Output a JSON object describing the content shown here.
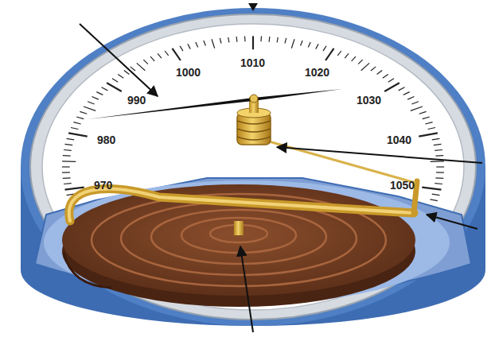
{
  "diagram": {
    "labels": [
      "1000",
      "1010",
      "1020",
      "990",
      "1030",
      "980",
      "1040",
      "970",
      "1050"
    ]
  }
}
